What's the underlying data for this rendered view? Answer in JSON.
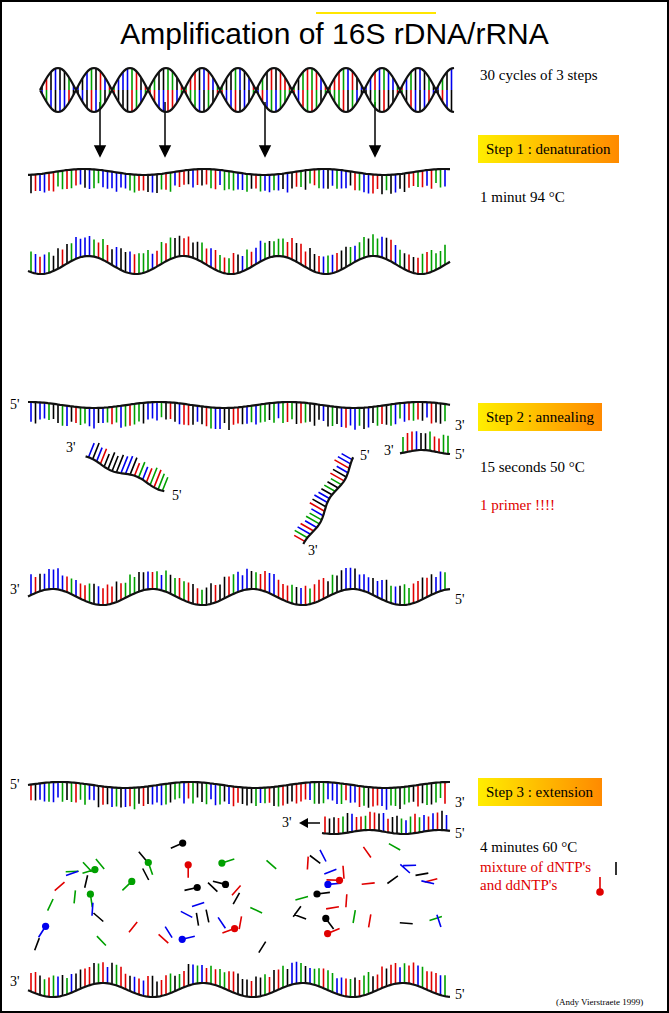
{
  "diagram": {
    "title": "Amplification of 16S rDNA/rRNA",
    "nodes": [
      {
        "text": [
          "Step 1 : denaturation"
        ]
      },
      {
        "text": [
          "Step 2 : annealing"
        ]
      },
      {
        "text": [
          "Step 3 : extension"
        ]
      }
    ],
    "labels": [
      "30 cycles of 3 steps",
      "1 minut 94 °C",
      "5'",
      "3'",
      "3'",
      "3'",
      "5'",
      "5'",
      "15 seconds 50 °C",
      "5'",
      "1 primer !!!!",
      "3'",
      "3'",
      "5'",
      "5'",
      "3'",
      "3'",
      "5'",
      "4 minutes 60 °C",
      "mixture of dNTP's and ddNTP's",
      "3'",
      "5'",
      "(Andy Vierstraete 1999)"
    ]
  }
}
